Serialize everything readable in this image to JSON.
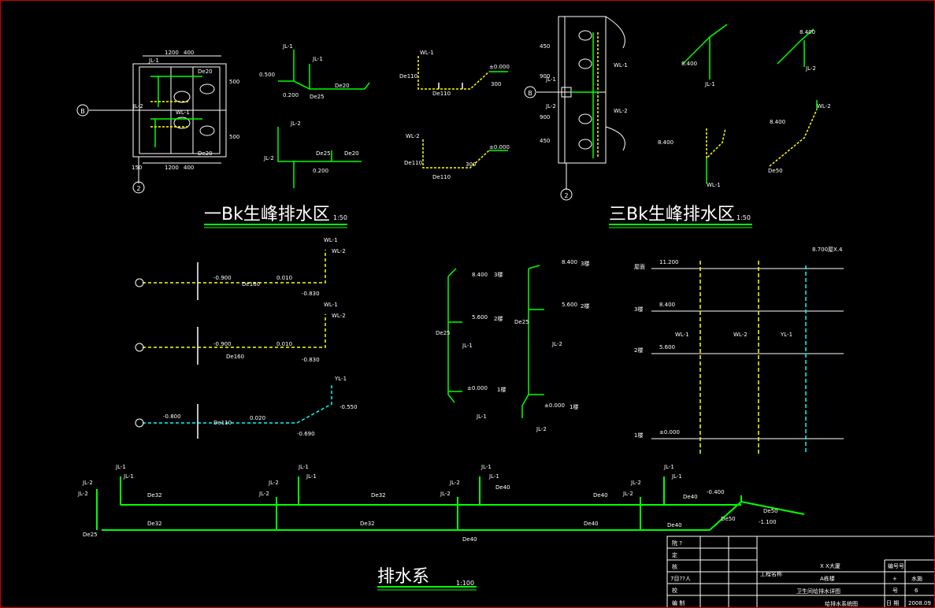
{
  "titles": {
    "zone1": "一Bk生峰排水区",
    "zone1_scale": "1:50",
    "zone3": "三Bk生峰排水区",
    "zone3_scale": "1:50",
    "system": "排水系",
    "system_scale": "1:100"
  },
  "axes": {
    "axis_b": "B",
    "axis_2": "2"
  },
  "dims": {
    "d1200": "1200",
    "d400": "400",
    "d500": "500",
    "d150": "150",
    "d450": "450",
    "d900": "900",
    "d300": "300"
  },
  "pipes": {
    "jl1": "JL-1",
    "jl2": "JL-2",
    "wl1": "WL-1",
    "wl2": "WL-2",
    "yl1": "YL-1",
    "de20": "De20",
    "de25": "De25",
    "de32": "De32",
    "de40": "De40",
    "de50": "De50",
    "de110": "De110",
    "de160": "De160"
  },
  "elevations": {
    "e_0500": "0.500",
    "e_0200": "0.200",
    "e_pm0000": "±0.000",
    "e_8400": "8.400",
    "e_5600": "5.600",
    "e_11200": "11.200",
    "e_m0900": "-0.900",
    "e_m0830": "-0.830",
    "e_m0800": "-0.800",
    "e_m0690": "-0.690",
    "e_m0550": "-0.550",
    "e_m0400": "-0.400",
    "e_m1100": "-1.100",
    "slope_010": "0.010",
    "slope_020": "0.020",
    "e_8700": "8.700屋X.4"
  },
  "floors": {
    "f1": "1楼",
    "f2": "2楼",
    "f3": "3楼",
    "roof": "屋面"
  },
  "title_block": {
    "r1_label": "院  ?",
    "r2_label": "定",
    "r3_label": "核",
    "r4_label": "7目??人",
    "r5_label": "校",
    "r6_label": "编  制",
    "project_label": "工程名称",
    "project_name": "X X大厦",
    "block": "A栋楼",
    "drawing_title1": "卫生间给排水详图",
    "drawing_title2": "给排水系统图",
    "no_label": "编号号",
    "plus": "+",
    "discipline": "水施",
    "sheet_label": "号",
    "sheet_no": "6",
    "date_label": "日  期",
    "date": "2008.09"
  },
  "colors": {
    "green": "#00ff00",
    "yellow": "#ffff00",
    "cyan": "#00ffff",
    "white": "#ffffff",
    "red": "#cc0000"
  }
}
